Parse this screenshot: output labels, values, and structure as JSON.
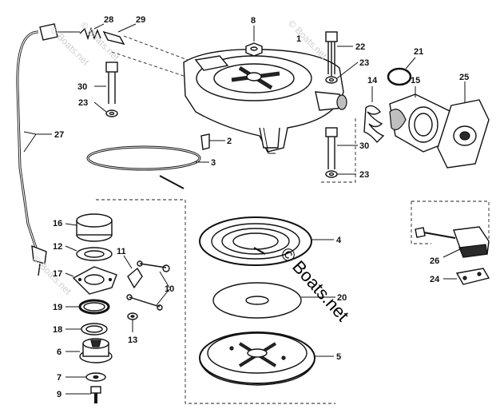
{
  "watermark": {
    "main": "© Boats.net",
    "faint": [
      "© Boats.net",
      "© Boats.net",
      "© Boats.net",
      "© Boats.net"
    ]
  },
  "callouts": {
    "c1": "1",
    "c2": "2",
    "c3": "3",
    "c4": "4",
    "c5": "5",
    "c6": "6",
    "c7": "7",
    "c8": "8",
    "c9": "9",
    "c10": "10",
    "c11": "11",
    "c12": "12",
    "c13": "13",
    "c14": "14",
    "c15": "15",
    "c16": "16",
    "c17": "17",
    "c18": "18",
    "c19": "19",
    "c20": "20",
    "c21": "21",
    "c22": "22",
    "c23a": "23",
    "c23b": "23",
    "c23c": "23",
    "c24": "24",
    "c25": "25",
    "c26": "26",
    "c27": "27",
    "c28": "28",
    "c29": "29",
    "c30a": "30",
    "c30b": "30"
  }
}
